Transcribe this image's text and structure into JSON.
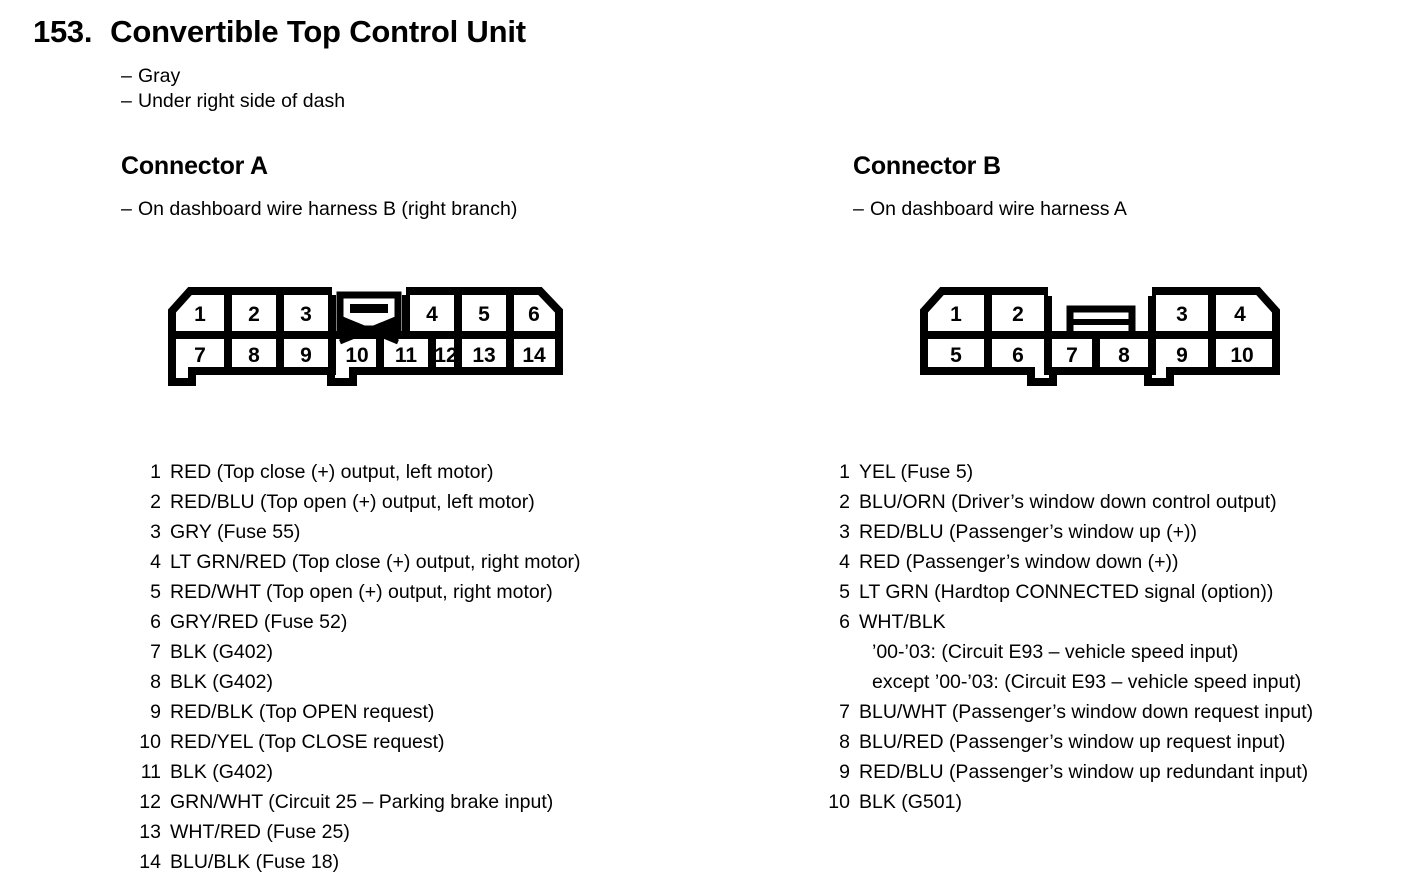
{
  "page": {
    "number": "153.",
    "title": "Convertible Top Control Unit",
    "attributes": [
      "Gray",
      "Under right side of dash"
    ],
    "dash": "–"
  },
  "connectors": [
    {
      "key": "A",
      "heading": "Connector A",
      "subtitle": "On dashboard wire harness B (right branch)",
      "diagram": {
        "top_row": [
          "1",
          "2",
          "3",
          "LATCH",
          "4",
          "5",
          "6"
        ],
        "bottom_row": [
          "7",
          "8",
          "9",
          "10",
          "11",
          "12",
          "13",
          "14"
        ],
        "latch_style": "bowtie",
        "chamfer_top_left": true,
        "chamfer_top_right": true,
        "bottom_notches": 2
      },
      "pins": [
        {
          "no": "1",
          "desc": "RED (Top close (+) output, left motor)"
        },
        {
          "no": "2",
          "desc": "RED/BLU (Top open (+) output, left motor)"
        },
        {
          "no": "3",
          "desc": "GRY (Fuse 55)"
        },
        {
          "no": "4",
          "desc": "LT GRN/RED (Top close (+) output, right motor)"
        },
        {
          "no": "5",
          "desc": "RED/WHT (Top open (+) output, right motor)"
        },
        {
          "no": "6",
          "desc": "GRY/RED (Fuse 52)"
        },
        {
          "no": "7",
          "desc": "BLK (G402)"
        },
        {
          "no": "8",
          "desc": "BLK (G402)"
        },
        {
          "no": "9",
          "desc": "RED/BLK (Top OPEN request)"
        },
        {
          "no": "10",
          "desc": "RED/YEL (Top CLOSE request)"
        },
        {
          "no": "11",
          "desc": "BLK (G402)"
        },
        {
          "no": "12",
          "desc": "GRN/WHT (Circuit 25 – Parking brake input)"
        },
        {
          "no": "13",
          "desc": "WHT/RED (Fuse 25)"
        },
        {
          "no": "14",
          "desc": "BLU/BLK (Fuse 18)"
        }
      ]
    },
    {
      "key": "B",
      "heading": "Connector B",
      "subtitle": "On dashboard wire harness A",
      "diagram": {
        "top_row": [
          "1",
          "2",
          "LATCH",
          "3",
          "4"
        ],
        "bottom_row": [
          "5",
          "6",
          "7",
          "8",
          "9",
          "10"
        ],
        "latch_style": "rect-bar",
        "chamfer_top_left": true,
        "chamfer_top_right": true,
        "bottom_notches": 2
      },
      "pins": [
        {
          "no": "1",
          "desc": "YEL (Fuse 5)"
        },
        {
          "no": "2",
          "desc": "BLU/ORN (Driver’s window down control output)"
        },
        {
          "no": "3",
          "desc": "RED/BLU (Passenger’s window up (+))"
        },
        {
          "no": "4",
          "desc": "RED (Passenger’s window down (+))"
        },
        {
          "no": "5",
          "desc": "LT GRN (Hardtop CONNECTED signal (option))"
        },
        {
          "no": "6",
          "desc": "WHT/BLK",
          "sublines": [
            "’00-’03: (Circuit E93 – vehicle speed input)",
            "except ’00-’03: (Circuit E93 – vehicle speed input)"
          ]
        },
        {
          "no": "7",
          "desc": "BLU/WHT (Passenger’s window down request input)"
        },
        {
          "no": "8",
          "desc": "BLU/RED (Passenger’s window up request input)"
        },
        {
          "no": "9",
          "desc": "RED/BLU (Passenger’s window up redundant input)"
        },
        {
          "no": "10",
          "desc": "BLK (G501)"
        }
      ]
    }
  ],
  "colors": {
    "ink": "#000000",
    "paper": "#ffffff"
  }
}
